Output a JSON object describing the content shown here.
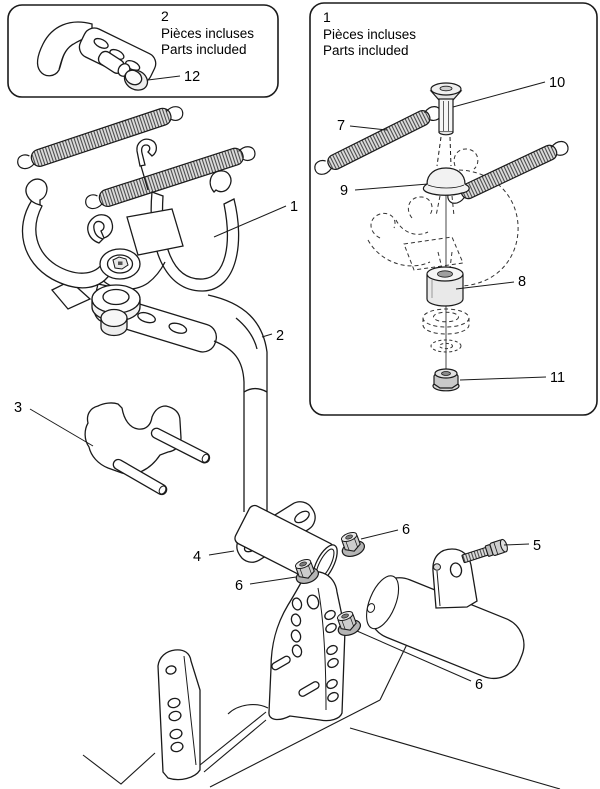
{
  "figure": {
    "background": "#ffffff",
    "line_color": "#1a1a1a",
    "shade_gray": "#cfcfcf"
  },
  "inset_box_1": {
    "number": "1",
    "pieces_label_fr": "Pièces incluses",
    "pieces_label_en": "Parts included"
  },
  "inset_box_2": {
    "number": "2",
    "pieces_label_fr": "Pièces incluses",
    "pieces_label_en": "Parts included"
  },
  "callouts": {
    "c1": "1",
    "c2": "2",
    "c3": "3",
    "c4": "4",
    "c5": "5",
    "c6a": "6",
    "c6b": "6",
    "c6c": "6",
    "c7": "7",
    "c8": "8",
    "c9": "9",
    "c10": "10",
    "c11": "11",
    "c12": "12"
  }
}
